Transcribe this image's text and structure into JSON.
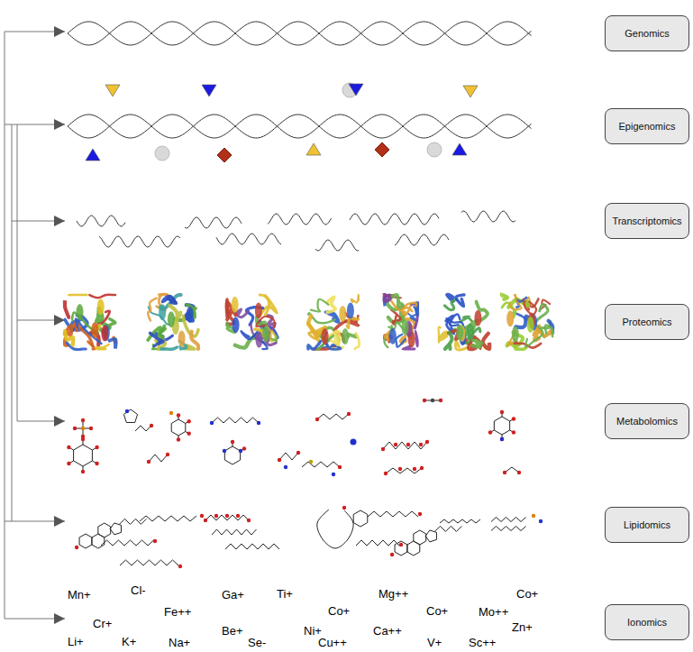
{
  "diagram": {
    "nodes": [
      {
        "text": [
          "Genomics"
        ]
      },
      {
        "text": [
          "Epigenomics"
        ]
      },
      {
        "text": [
          "Transcriptomics"
        ]
      },
      {
        "text": [
          "Proteomics"
        ]
      },
      {
        "text": [
          "Metabolomics"
        ]
      },
      {
        "text": [
          "Lipidomics"
        ]
      },
      {
        "text": [
          "Ionomics"
        ]
      }
    ],
    "labels": [
      "Mn+",
      "Cl-",
      "Ga+",
      "Ti+",
      "Mg++",
      "Co+",
      "Fe++",
      "Co+",
      "Co+",
      "Mo++",
      "Cr+",
      "Be+",
      "Ni+",
      "Ca++",
      "Zn+",
      "Li+",
      "K+",
      "Na+",
      "Se-",
      "Cu++",
      "V+",
      "Sc++"
    ]
  }
}
